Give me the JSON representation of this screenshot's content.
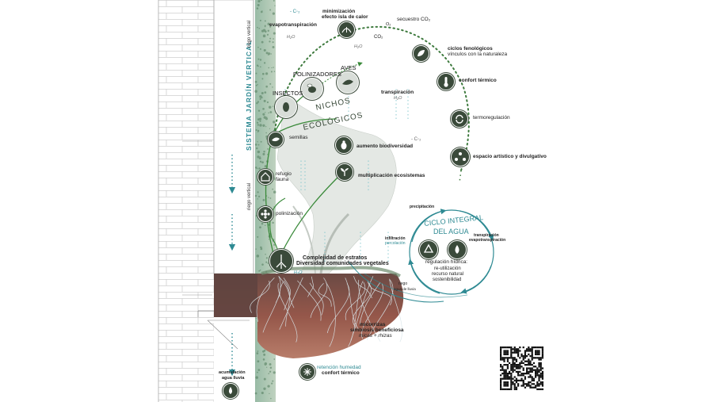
{
  "colors": {
    "dark_green": "#2f3d30",
    "teal": "#2e8a93",
    "light_teal": "#7fc6cc",
    "soil": "#8a5448",
    "brick_line": "#cfcfcf",
    "green_arrow": "#3a8a3a"
  },
  "wall": {
    "title": "SISTEMA JARDÍN VERTICAL",
    "riego_top": "riego vertical",
    "riego_bottom": "riego vertical"
  },
  "top_arc": {
    "evapotranspiracion": "evapotranspiración",
    "h2o_a": "H₂O",
    "h2o_b": "H₂O",
    "minimizacion_1": "minimización",
    "minimizacion_2": "efecto isla de calor",
    "secuestro": "secuestro CO₂",
    "o2": "O₂",
    "co2": "CO₂",
    "ciclos_1": "ciclos  fenológicos",
    "ciclos_2": "vínculos con la naturaleza",
    "confort": "confort térmico",
    "termoregulacion": "termoregulación",
    "espacio": "espacio artístico y divulgativo",
    "transpiracion": "transpiración",
    "h2o_c": "H₂O"
  },
  "fauna": {
    "polinizadores": "POLINIZADORES",
    "aves": "AVES",
    "insectos": "INSECTOS",
    "nichos_1": "NICHOS",
    "nichos_2": "ECOLÓGICOS",
    "semillas": "semillas",
    "aumento": "aumento biodiversidad",
    "multiplicacion": "multiplicación ecosistemas",
    "refugio_1": "refugio",
    "refugio_2": "fauna",
    "polinizacion": "polinización",
    "co2_a": "- C◦₂",
    "co2_b": "- C◦₂"
  },
  "strata": {
    "line_1": "Complejidad de estratos",
    "line_2": "Diversidad comunidades vegetales",
    "h2o": "H₂O"
  },
  "water_cycle": {
    "title_1": "CICLO INTEGRAL",
    "title_2": "DEL AGUA",
    "precipitacion": "precipitación",
    "infiltracion_1": "infiltración",
    "infiltracion_2": "percolación",
    "transpiracion_1": "transpiración",
    "transpiracion_2": "evapotranspiración",
    "regulacion": "regulación hídrica:",
    "reutil_1": "re-utilización",
    "reutil_2": "recurso natural",
    "reutil_3": "sostenibilidad",
    "riego_1": "riego",
    "riego_2": "agua de lluvia"
  },
  "soil": {
    "micorrizas": "micorrizas",
    "simbiosis": "simbiosis beneficiosa",
    "micas": "micas + rhizas"
  },
  "bottom": {
    "acumulacion_1": "acumulación",
    "acumulacion_2": "agua lluvia",
    "retencion_1": "retención humedad",
    "retencion_2": "confort térmico"
  },
  "icons": [
    "dome-heat-icon",
    "leaf-icon",
    "thermometer-icon",
    "cycle-arrows-icon",
    "people-network-icon",
    "bird-icon",
    "bug-icon",
    "sprout-icon",
    "house-icon",
    "flower-icon",
    "roots-icon",
    "recycle-icon",
    "water-drop-icon",
    "snowflake-icon",
    "bee-icon",
    "insect-icon",
    "bird-branch-icon",
    "qr-code"
  ]
}
